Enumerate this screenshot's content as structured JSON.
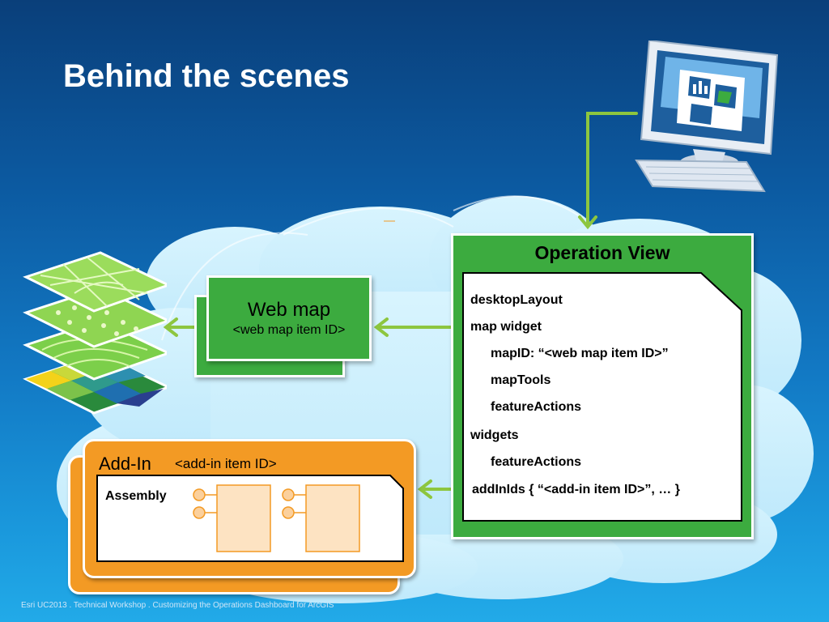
{
  "slide": {
    "title": "Behind the scenes",
    "footer": "Esri UC2013 . Technical Workshop . Customizing the Operations Dashboard for ArcGIS"
  },
  "web_map": {
    "title": "Web map",
    "subtitle": "<web map item ID>"
  },
  "operation_view": {
    "title": "Operation View",
    "lines": [
      "desktopLayout",
      "map widget",
      "mapID: “<web map item ID>”",
      "mapTools",
      "featureActions",
      "widgets",
      "featureActions",
      "addInIds { “<add-in item ID>”, … }"
    ]
  },
  "add_in": {
    "title": "Add-In",
    "subtitle": "<add-in item ID>",
    "assembly_label": "Assembly"
  },
  "icons": [
    "map-layers-icon",
    "computer-monitor-icon",
    "dll-component-icon"
  ],
  "colors": {
    "green_box": "#3cab3f",
    "orange_box": "#f39a24",
    "arrow": "#8dc63f",
    "cloud": "#c8eefc"
  }
}
